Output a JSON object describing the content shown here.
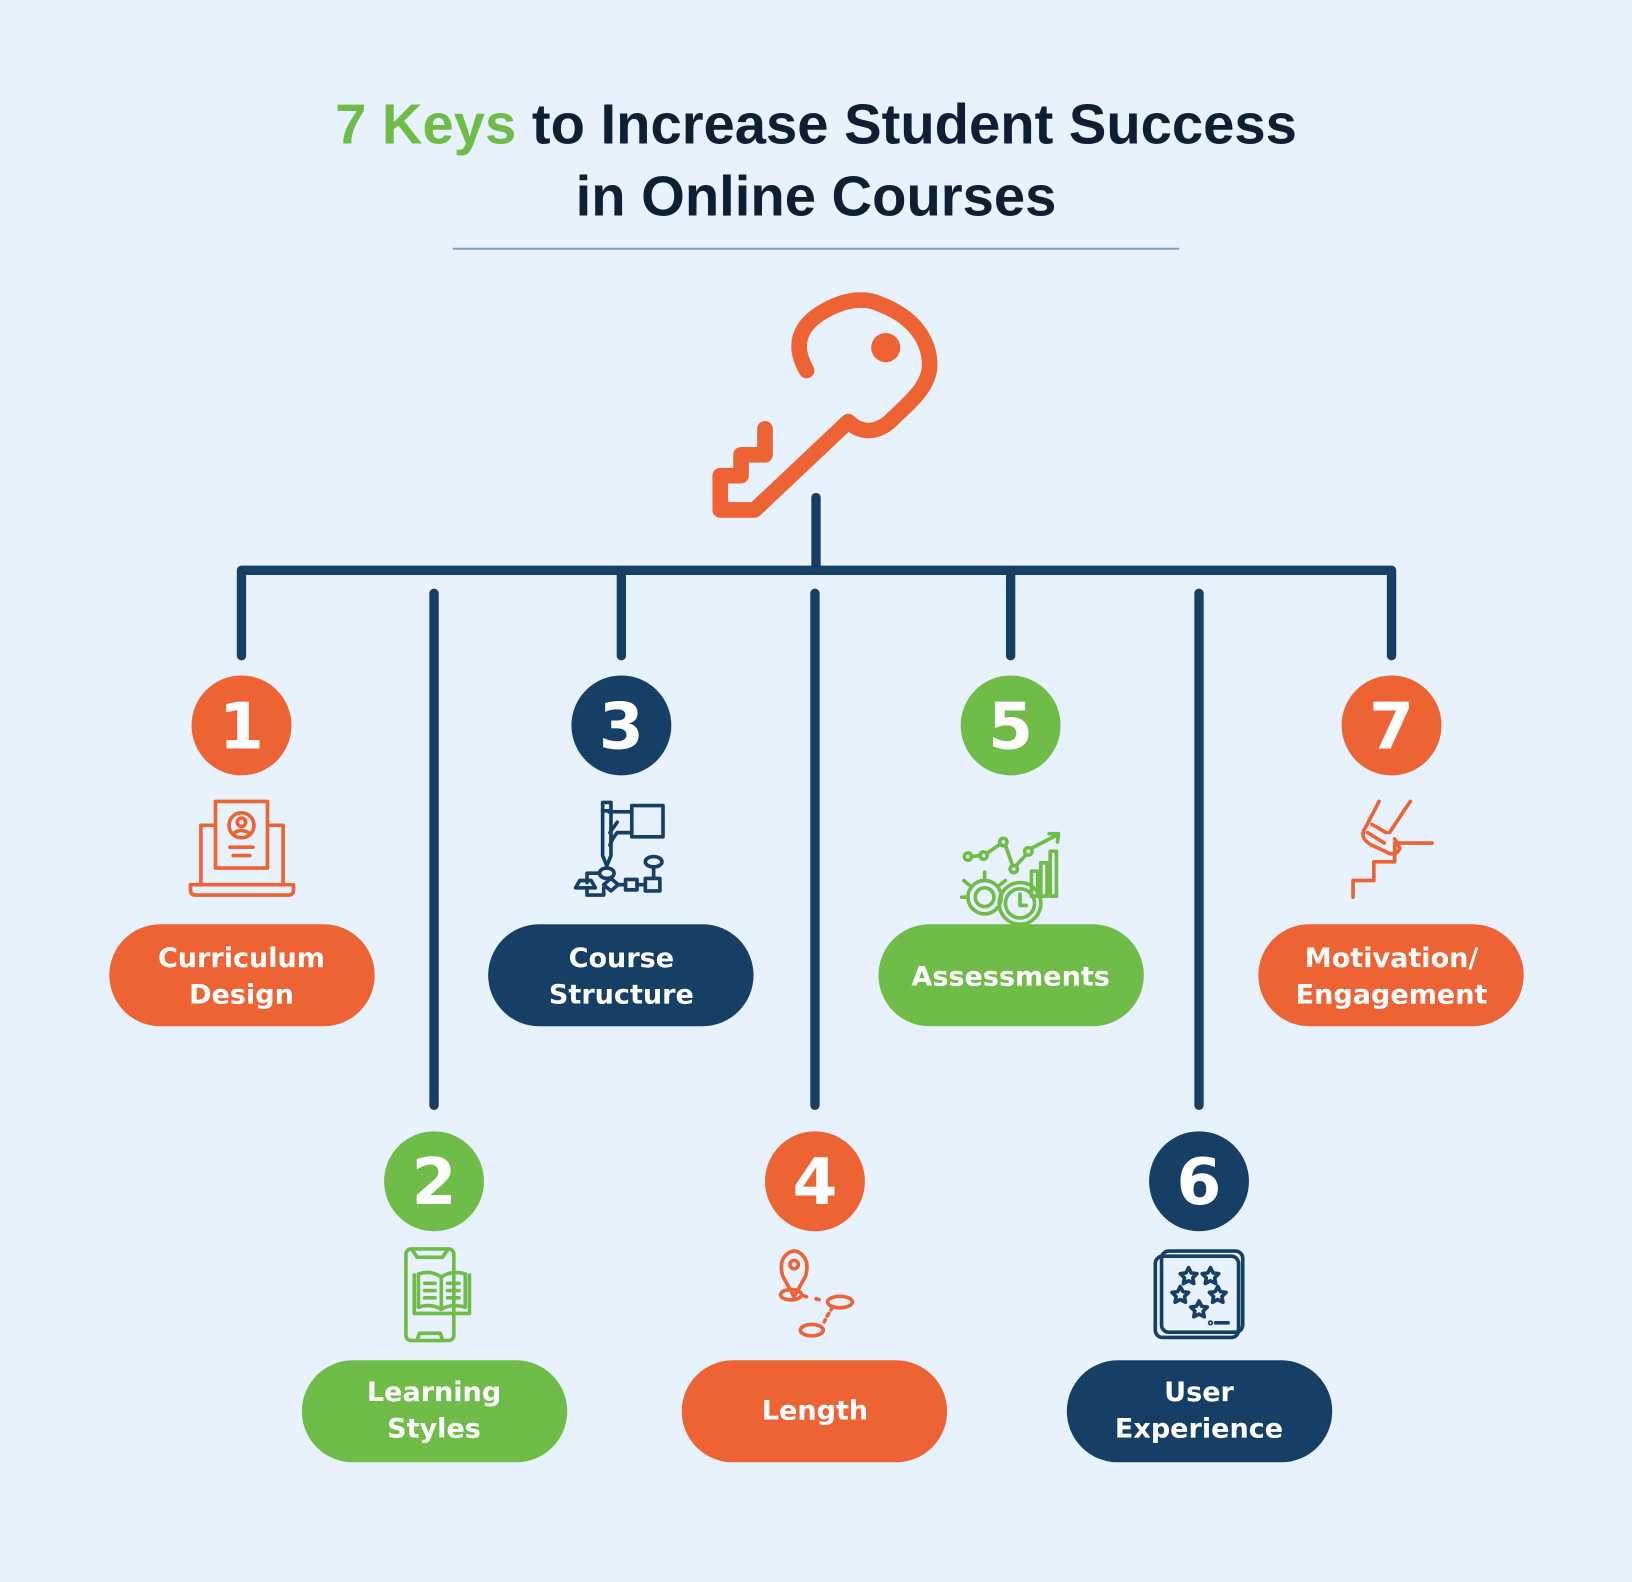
{
  "title": {
    "highlight": "7 Keys",
    "line1_rest": " to Increase Student Success",
    "line2": "in Online Courses"
  },
  "colors": {
    "background": "#e8f2fc",
    "navy": "#163f66",
    "dark_text": "#0f1f33",
    "orange": "#ee6334",
    "green": "#6fbd48",
    "divider": "#7e9cb8"
  },
  "center_icon": "key-icon",
  "keys": [
    {
      "number": "1",
      "label_line1": "Curriculum",
      "label_line2": "Design",
      "color": "orange",
      "icon": "laptop-profile-icon"
    },
    {
      "number": "2",
      "label_line1": "Learning",
      "label_line2": "Styles",
      "color": "green",
      "icon": "phone-book-icon"
    },
    {
      "number": "3",
      "label_line1": "Course",
      "label_line2": "Structure",
      "color": "navy",
      "icon": "hand-flowchart-icon"
    },
    {
      "number": "4",
      "label_line1": "Length",
      "label_line2": "",
      "color": "orange",
      "icon": "map-route-icon"
    },
    {
      "number": "5",
      "label_line1": "Assessments",
      "label_line2": "",
      "color": "green",
      "icon": "gear-chart-clock-icon"
    },
    {
      "number": "6",
      "label_line1": "User",
      "label_line2": "Experience",
      "color": "navy",
      "icon": "star-rating-card-icon"
    },
    {
      "number": "7",
      "label_line1": "Motivation/",
      "label_line2": "Engagement",
      "color": "orange",
      "icon": "stairs-climb-icon"
    }
  ]
}
